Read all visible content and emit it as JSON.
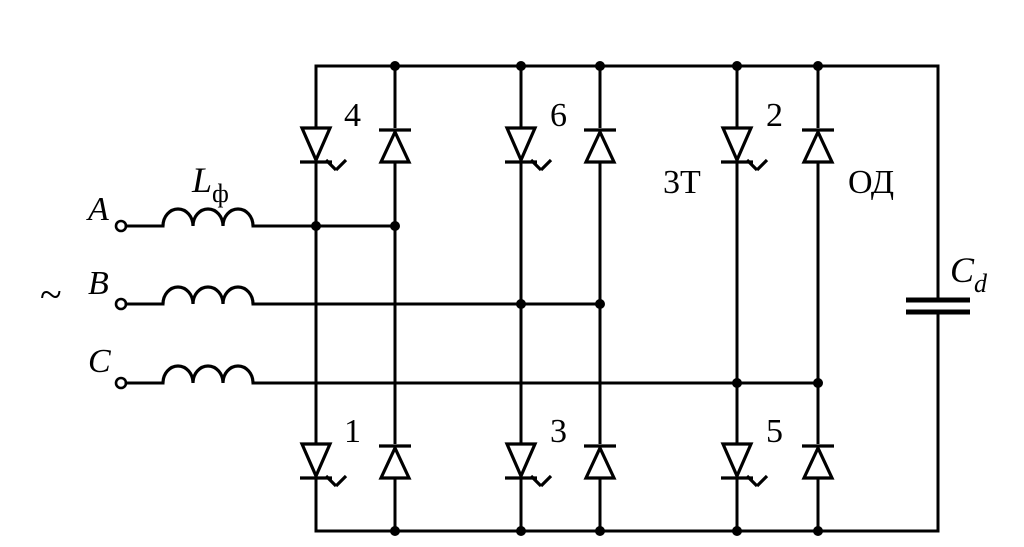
{
  "source_symbol": "~",
  "phases": [
    {
      "id": "a",
      "label": "A"
    },
    {
      "id": "b",
      "label": "B"
    },
    {
      "id": "c",
      "label": "C"
    }
  ],
  "filter_inductor": {
    "symbol": "L",
    "subscript": "ф"
  },
  "capacitor": {
    "symbol": "C",
    "subscript": "d"
  },
  "thyristor_numbers": [
    "4",
    "6",
    "2",
    "1",
    "3",
    "5"
  ],
  "thyristor_group_label": "3T",
  "diode_group_label": "ОД"
}
